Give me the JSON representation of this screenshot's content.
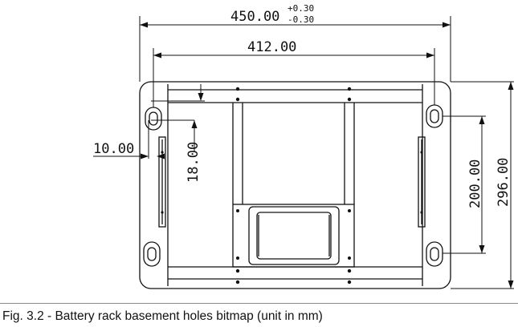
{
  "dimensions": {
    "overall_width": {
      "value": "450.00",
      "tol_plus": "+0.30",
      "tol_minus": "-0.30"
    },
    "hole_spacing_x": "412.00",
    "edge_offset_x": "10.00",
    "edge_offset_y": "18.00",
    "hole_spacing_y": "200.00",
    "overall_depth": "296.00"
  },
  "caption": "Fig. 3.2 - Battery rack basement holes bitmap (unit in mm)"
}
